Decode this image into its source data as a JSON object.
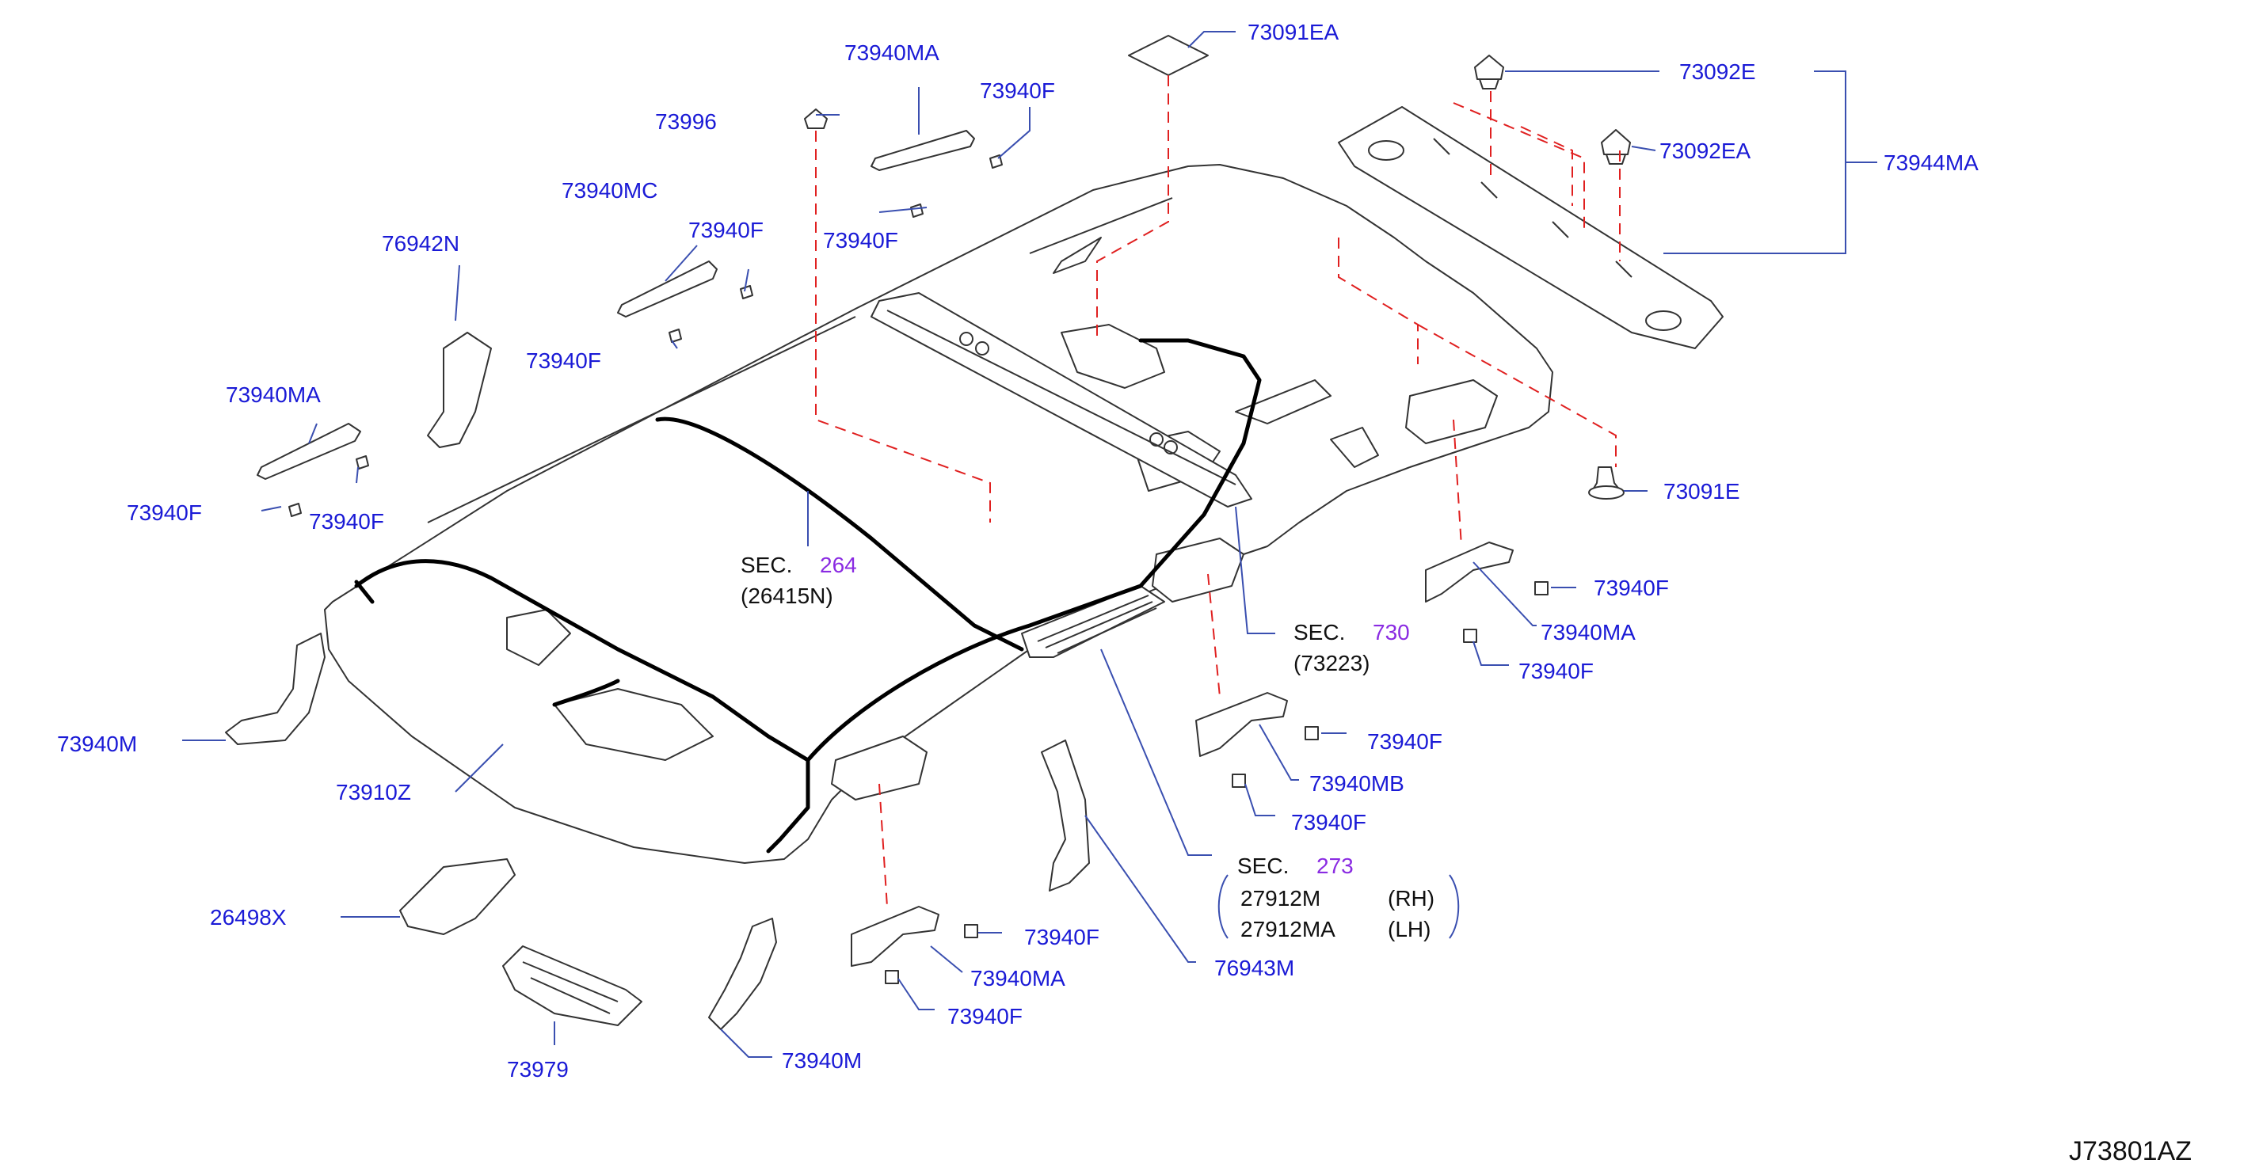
{
  "diagram_id": "J73801AZ",
  "parts": {
    "p73091EA": "73091EA",
    "p73092E": "73092E",
    "p73092EA": "73092EA",
    "p73944MA": "73944MA",
    "p73940MA_top": "73940MA",
    "p73940F_top1": "73940F",
    "p73996": "73996",
    "p73940F_top2": "73940F",
    "p73940MC": "73940MC",
    "p73940F_mc1": "73940F",
    "p73940F_mc2": "73940F",
    "p76942N": "76942N",
    "p73940MA_left": "73940MA",
    "p73940F_left1": "73940F",
    "p73940F_left2": "73940F",
    "p73091E": "73091E",
    "p73940F_r1": "73940F",
    "p73940MA_r": "73940MA",
    "p73940F_r2": "73940F",
    "p73940F_mb1": "73940F",
    "p73940MB": "73940MB",
    "p73940F_mb2": "73940F",
    "p73940M_left": "73940M",
    "p73910Z": "73910Z",
    "p26498X": "26498X",
    "p73979": "73979",
    "p73940M_bottom": "73940M",
    "p73940F_b1": "73940F",
    "p73940MA_b": "73940MA",
    "p73940F_b2": "73940F",
    "p76943M": "76943M"
  },
  "sections": {
    "sec264": {
      "prefix": "SEC.",
      "number": "264",
      "part": "(26415N)"
    },
    "sec730": {
      "prefix": "SEC.",
      "number": "730",
      "part": "(73223)"
    },
    "sec273": {
      "prefix": "SEC.",
      "number": "273",
      "rows": [
        {
          "part": "27912M",
          "side": "(RH)"
        },
        {
          "part": "27912MA",
          "side": "(LH)"
        }
      ]
    }
  },
  "colors": {
    "label": "#1a1ad6",
    "section_number": "#8a2be2",
    "dashed_guide": "#e02020",
    "leader": "#3a4fb0"
  }
}
